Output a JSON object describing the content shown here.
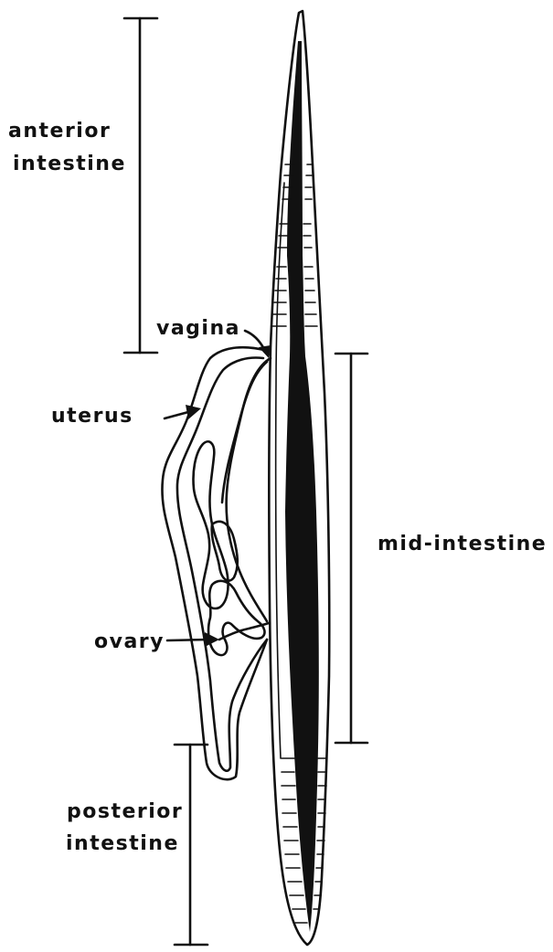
{
  "labels": {
    "anterior_line1": "anterior",
    "anterior_line2": "intestine",
    "vagina": "vagina",
    "uterus": "uterus",
    "mid_intestine": "mid-intestine",
    "ovary": "ovary",
    "posterior_line1": "posterior",
    "posterior_line2": "intestine"
  },
  "colors": {
    "ink": "#111111",
    "background": "#ffffff"
  }
}
